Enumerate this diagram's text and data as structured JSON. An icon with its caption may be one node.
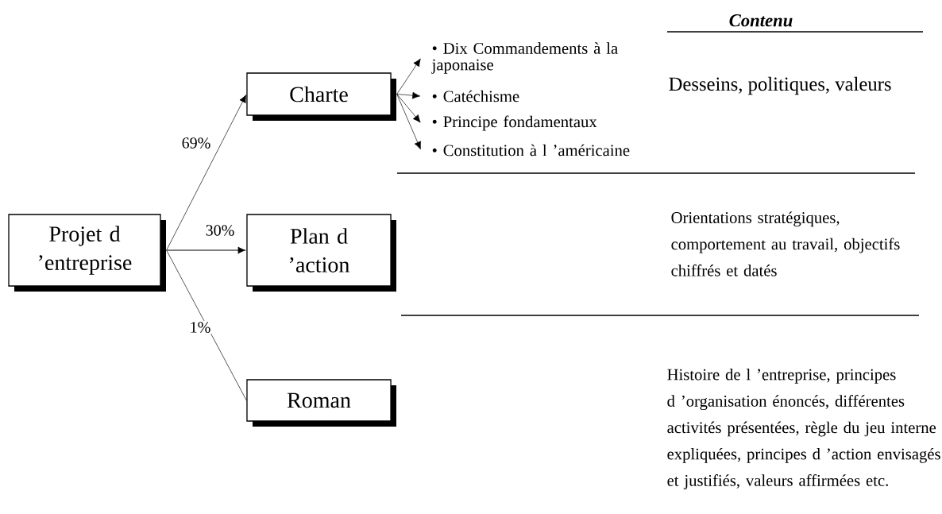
{
  "diagram": {
    "nodes": [
      {
        "text": [
          "Projet d ’entreprise"
        ]
      },
      {
        "text": [
          "Charte"
        ]
      },
      {
        "text": [
          "Plan d ’action"
        ]
      },
      {
        "text": [
          "Roman"
        ]
      },
      {
        "text": [
          "• Dix Commandements à la japonaise"
        ]
      },
      {
        "text": [
          "• Catéchisme"
        ]
      },
      {
        "text": [
          "• Principe fondamentaux"
        ]
      },
      {
        "text": [
          "• Constitution à l ’américaine"
        ]
      }
    ],
    "edges": [
      {
        "from": 0,
        "to": 1,
        "arrow": "to",
        "label": "69%"
      },
      {
        "from": 0,
        "to": 2,
        "arrow": "to",
        "label": "30%"
      },
      {
        "from": 0,
        "to": 3,
        "arrow": "none",
        "label": "1%"
      },
      {
        "from": 1,
        "to": 4,
        "arrow": "to"
      },
      {
        "from": 1,
        "to": 5,
        "arrow": "to"
      },
      {
        "from": 1,
        "to": 6,
        "arrow": "to"
      },
      {
        "from": 1,
        "to": 7,
        "arrow": "to"
      }
    ],
    "labels": [
      "Contenu",
      "Desseins, politiques, valeurs",
      "Orientations stratégiques, comportement au travail, objectifs chiffrés et datés",
      "Histoire de l ’entreprise, principes d ’organisation énoncés, différentes activités présentées, règle du jeu interne expliquées, principes d ’action envisagés et justifiés, valeurs affirmées etc."
    ]
  }
}
